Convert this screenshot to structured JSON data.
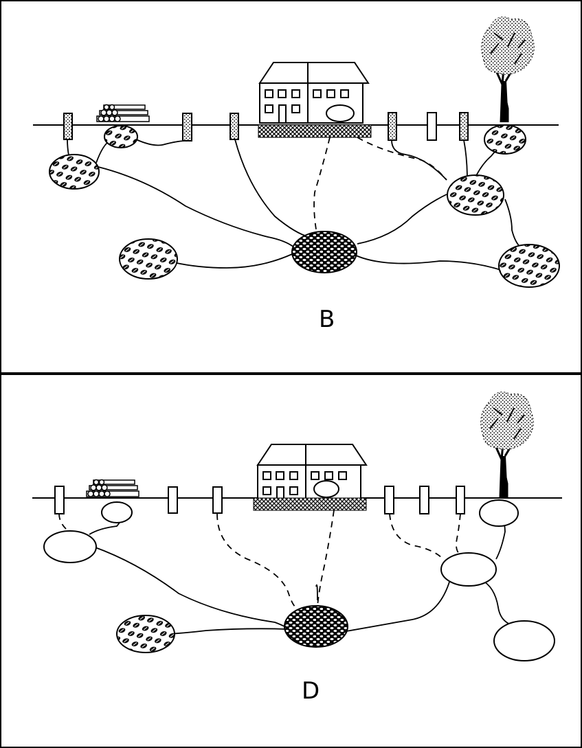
{
  "panels": [
    {
      "id": "B",
      "label": "B"
    },
    {
      "id": "D",
      "label": "D"
    }
  ],
  "colors": {
    "ink": "#000000",
    "background": "#ffffff"
  },
  "icons": [
    "house-icon",
    "tree-icon",
    "log-pile-icon",
    "fence-post-icon",
    "nest-chamber-icon"
  ]
}
